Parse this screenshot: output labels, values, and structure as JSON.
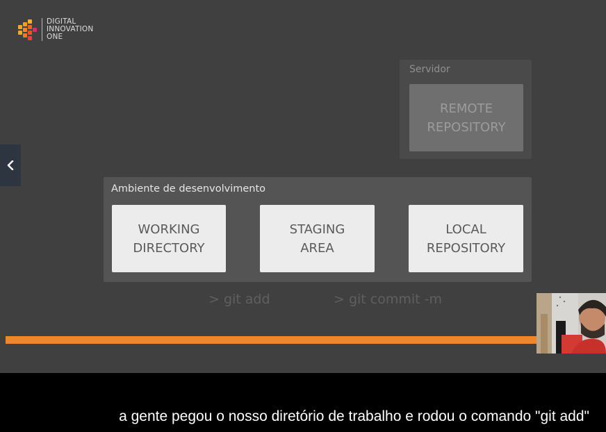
{
  "logo": {
    "line1": "DIGITAL",
    "line2": "INNOVATION",
    "line3": "ONE",
    "icon": "digital-innovation-one-logo-icon",
    "colors": [
      "#f5a623",
      "#e8752a",
      "#e64a2e",
      "#d0336c"
    ]
  },
  "diagram": {
    "servidor": {
      "label": "Servidor",
      "remote_line1": "REMOTE",
      "remote_line2": "REPOSITORY"
    },
    "dev": {
      "label": "Ambiente de desenvolvimento",
      "working_line1": "WORKING",
      "working_line2": "DIRECTORY",
      "staging_line1": "STAGING",
      "staging_line2": "AREA",
      "local_line1": "LOCAL",
      "local_line2": "REPOSITORY"
    },
    "commands": {
      "add": "> git add",
      "commit": "> git commit -m"
    }
  },
  "player": {
    "prev_icon": "chevron-left-icon",
    "progress_color": "#f0862a",
    "webcam": "presenter-webcam"
  },
  "caption": "a gente pegou o nosso diretório de trabalho e rodou o comando \"git add\""
}
